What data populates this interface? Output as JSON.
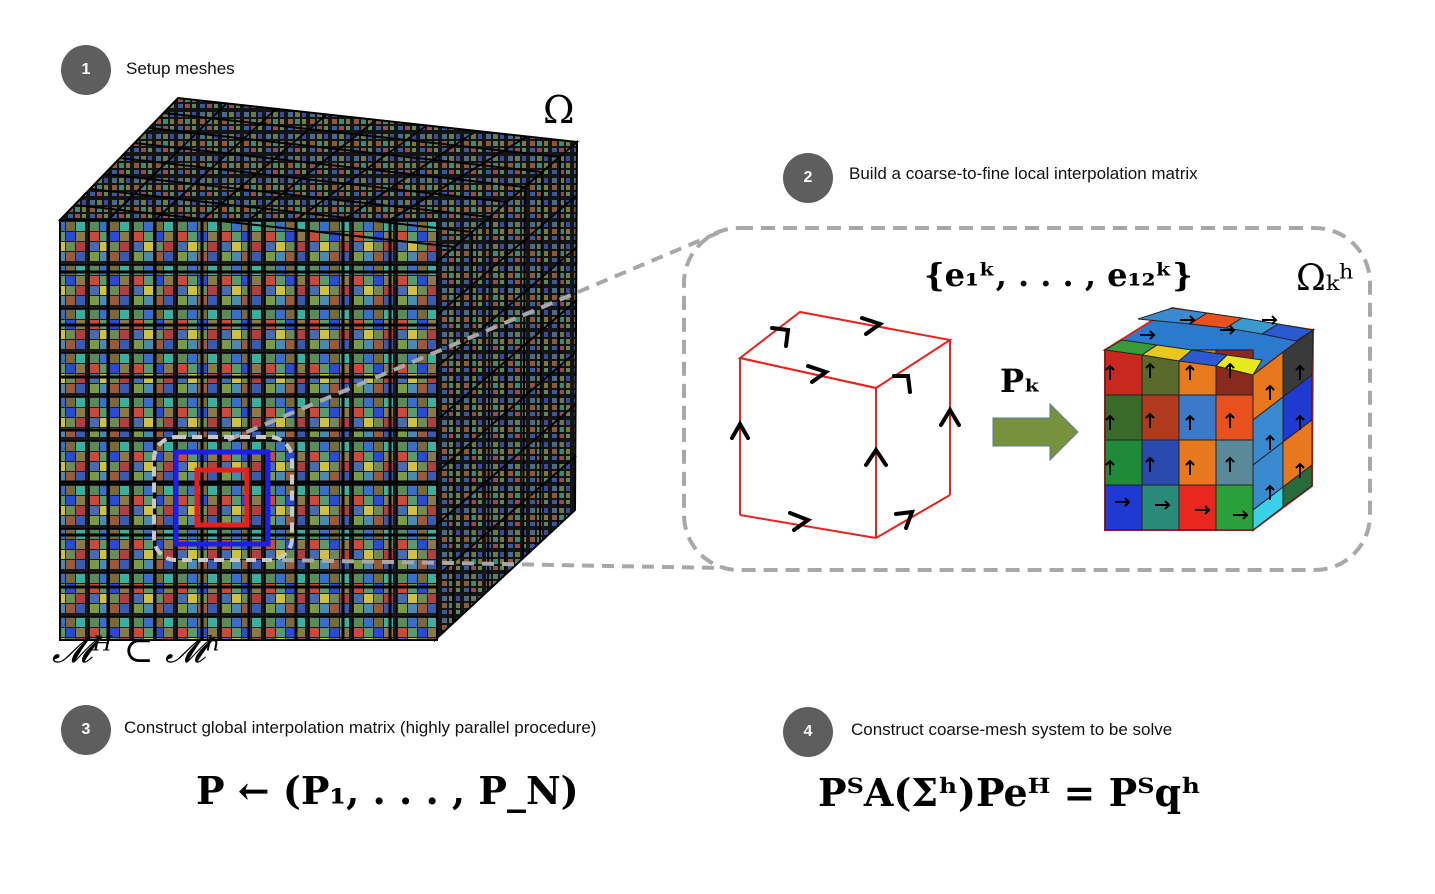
{
  "steps": [
    {
      "number": "1",
      "label": "Setup meshes"
    },
    {
      "number": "2",
      "label": "Build a coarse-to-fine local interpolation matrix"
    },
    {
      "number": "3",
      "label": "Construct global interpolation matrix (highly parallel procedure)"
    },
    {
      "number": "4",
      "label": "Construct coarse-mesh system to be solve"
    }
  ],
  "math": {
    "domain": "Ω",
    "mesh_relation": "𝓜ᴴ ⊂ 𝓜ʰ",
    "edge_set": "{e₁ᵏ, . . . , e₁₂ᵏ}",
    "local_domain": "Ωₖʰ",
    "local_operator": "Pₖ",
    "global_assembly": "P ← (P₁, . . . , P_N)",
    "coarse_system": "PᵀA(Σʰ)Peᴴ = Pᵀqʰ"
  },
  "colors": {
    "badge": "#5e5e5e",
    "zoom_outline": "#9e9e9e",
    "coarse_edge": "#e8231e",
    "arrow_fill": "#76923c",
    "blue_box": "#1e1ee6",
    "red_box": "#e61e1e"
  }
}
